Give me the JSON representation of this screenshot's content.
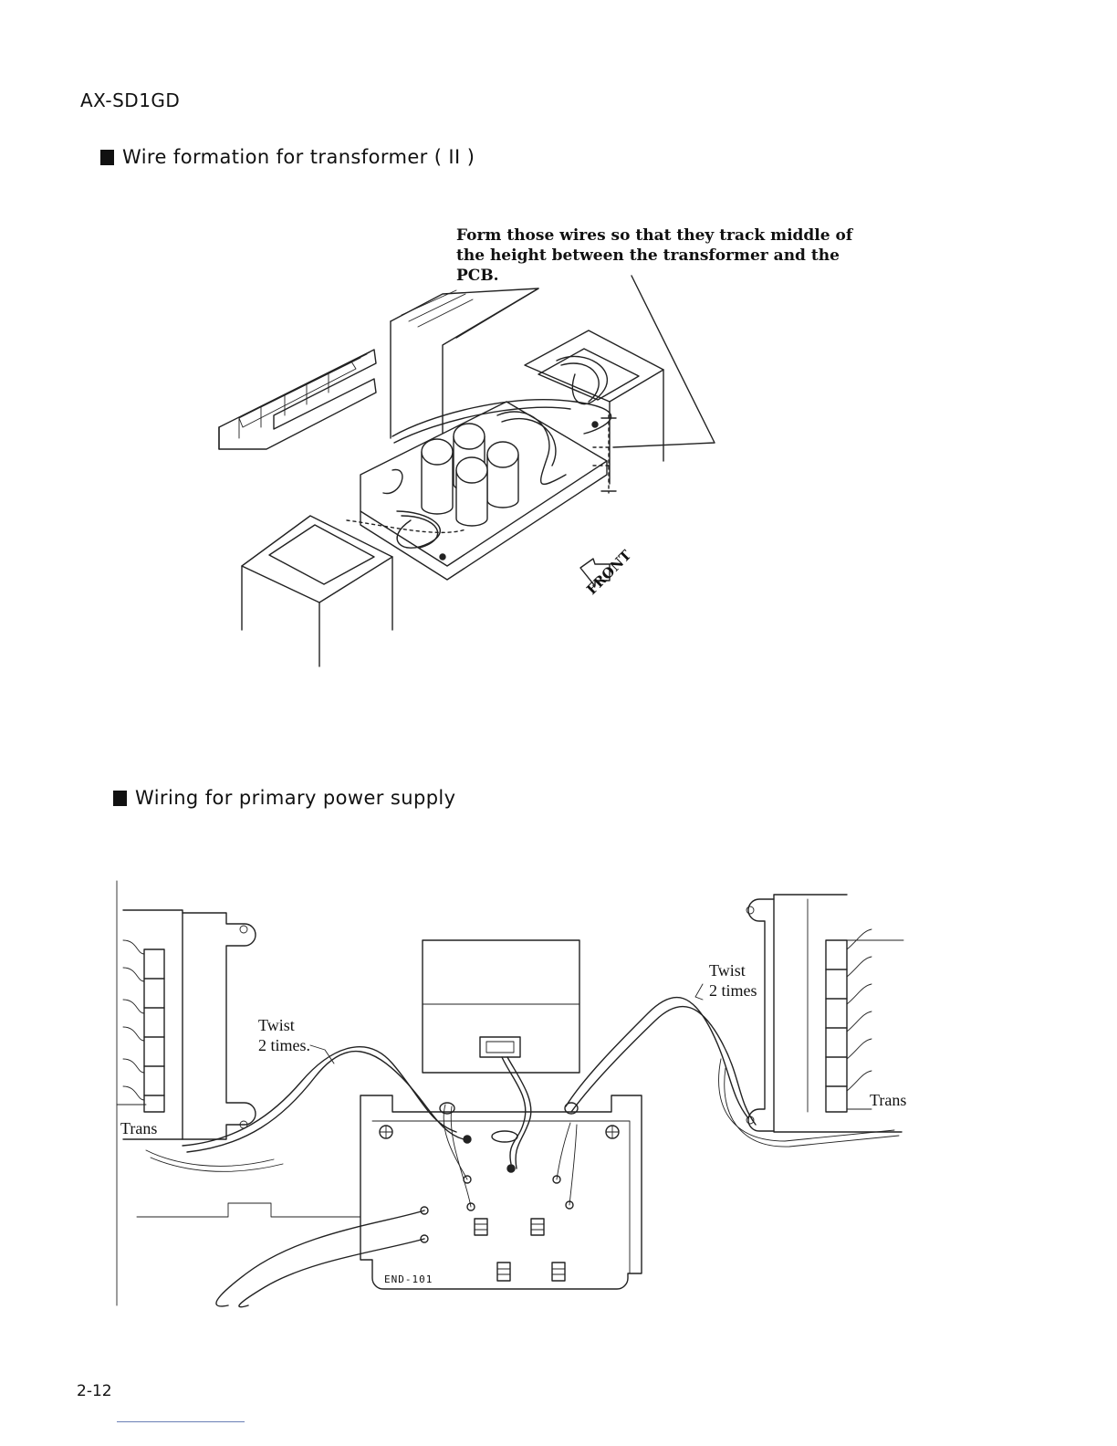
{
  "header": {
    "model": "AX-SD1GD"
  },
  "section1": {
    "title": "Wire formation for transformer ( II )",
    "note": "Form those wires so that they track middle of the height between the transformer and the PCB.",
    "front_label": "FRONT"
  },
  "section2": {
    "title": "Wiring for primary power supply",
    "twist_left": "Twist\n2 times.",
    "twist_right": "Twist\n2 times",
    "trans_left": "Trans",
    "trans_right": "Trans",
    "board_label": "END-101"
  },
  "footer": {
    "page_number": "2-12"
  }
}
